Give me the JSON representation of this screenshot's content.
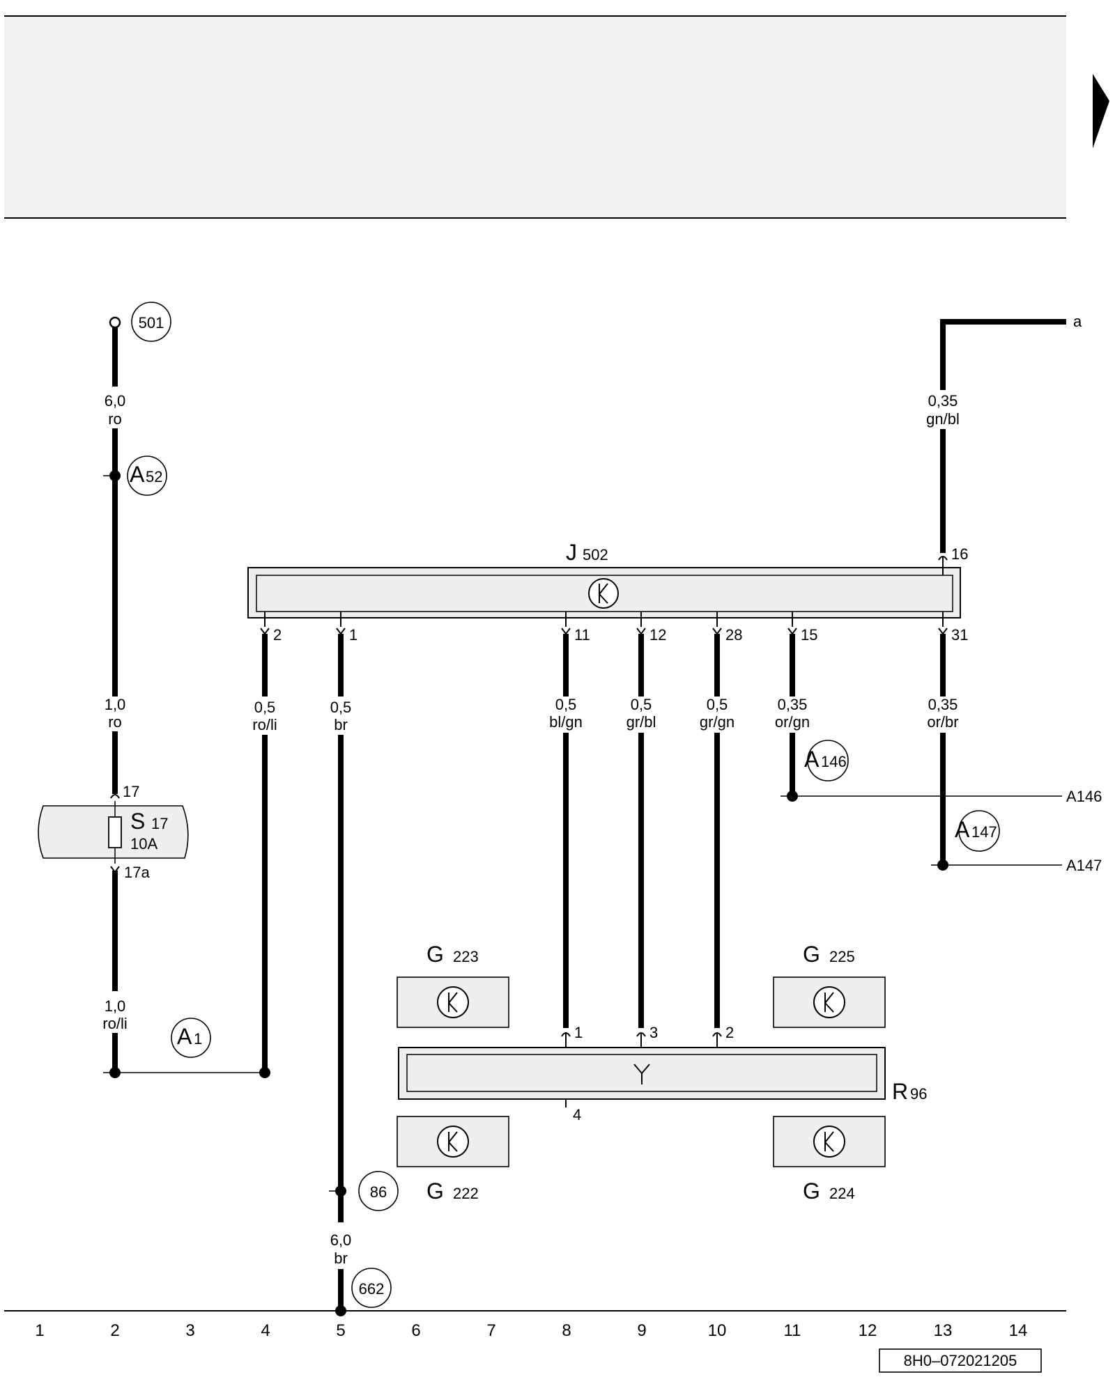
{
  "refs": {
    "r501": "501",
    "rA52": "A",
    "rA52n": "52",
    "r86": "86",
    "r662": "662",
    "rA1": "A",
    "rA1n": "1",
    "rA146": "A",
    "rA146n": "146",
    "rA147": "A",
    "rA147n": "147"
  },
  "components": {
    "J": {
      "letter": "J",
      "num": "502"
    },
    "S": {
      "letter": "S",
      "num": "17",
      "rating": "10A"
    },
    "R": {
      "letter": "R",
      "num": "96"
    },
    "G223": {
      "letter": "G",
      "num": "223"
    },
    "G225": {
      "letter": "G",
      "num": "225"
    },
    "G222": {
      "letter": "G",
      "num": "222"
    },
    "G224": {
      "letter": "G",
      "num": "224"
    }
  },
  "wires": {
    "w1a": "6,0",
    "w1b": "ro",
    "w2a": "1,0",
    "w2b": "ro",
    "w3a": "1,0",
    "w3b": "ro/li",
    "w4a": "0,5",
    "w4b": "ro/li",
    "w5a": "0,5",
    "w5b": "br",
    "w6a": "6,0",
    "w6b": "br",
    "w8a": "0,5",
    "w8b": "bl/gn",
    "w9a": "0,5",
    "w9b": "gr/bl",
    "w10a": "0,5",
    "w10b": "gr/gn",
    "w11a": "0,35",
    "w11b": "or/gn",
    "w13a": "0,35",
    "w13b": "or/br",
    "w13ta": "0,35",
    "w13tb": "gn/bl"
  },
  "pins": {
    "p2": "2",
    "p1": "1",
    "p11": "11",
    "p12": "12",
    "p28": "28",
    "p15": "15",
    "p31": "31",
    "p16": "16",
    "s17": "17",
    "s17a": "17a",
    "r1": "1",
    "r3": "3",
    "r2": "2",
    "r4": "4"
  },
  "edge": {
    "a": "a",
    "a146": "A146",
    "a147": "A147"
  },
  "columns": [
    "1",
    "2",
    "3",
    "4",
    "5",
    "6",
    "7",
    "8",
    "9",
    "10",
    "11",
    "12",
    "13",
    "14"
  ],
  "doc_id": "8H0–072021205",
  "colors": {
    "ink": "#000000",
    "header_fill": "#f2f2f2",
    "component_fill": "#eeeeee"
  }
}
